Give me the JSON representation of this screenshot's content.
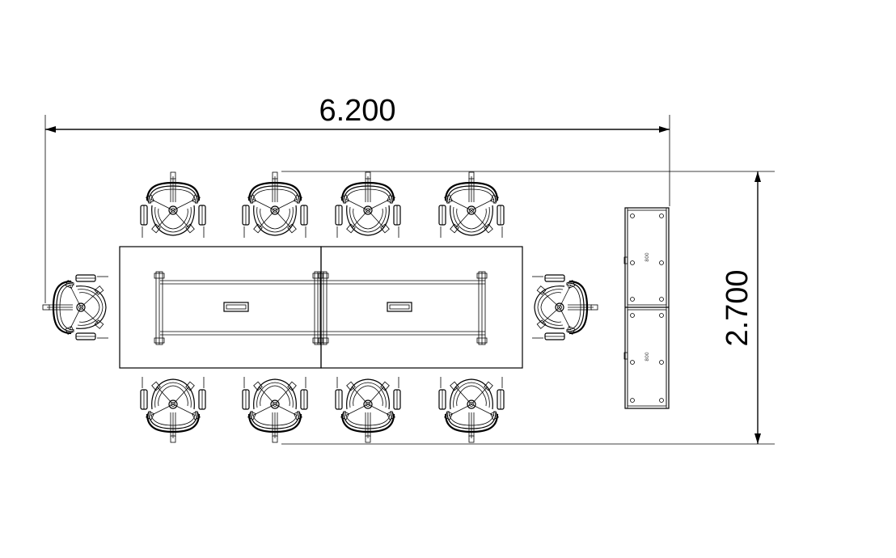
{
  "dimensions": {
    "width_label": "6.200",
    "depth_label": "2.700"
  },
  "layout": {
    "chairs_top_row": 4,
    "chairs_bottom_row": 4,
    "chairs_head_ends": 2,
    "table_modules": 2
  },
  "cabinet": {
    "label": "800"
  }
}
